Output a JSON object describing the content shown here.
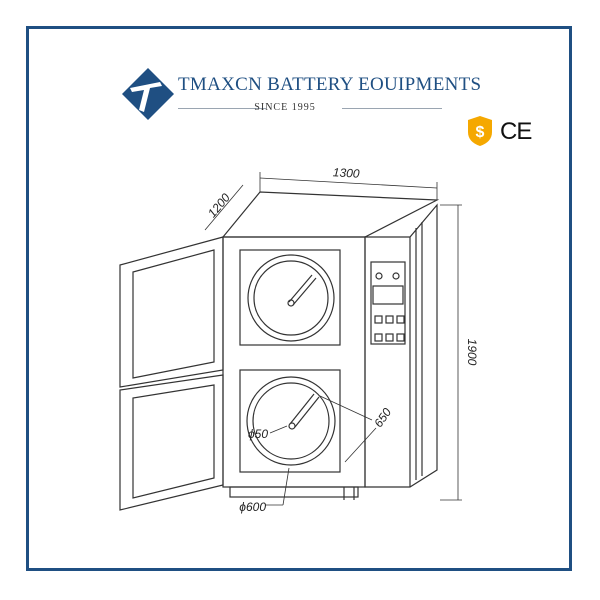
{
  "brand": {
    "name": "TMAXCN BATTERY EOUIPMENTS",
    "since": "SINCE 1995",
    "logo_icon": "tmaxcn-logo-icon",
    "accent_color": "#1f4f82"
  },
  "certifications": {
    "shield_icon": "dollar-shield-icon",
    "ce_mark": "CE",
    "shield_color": "#f5a800"
  },
  "dimensions": {
    "width": "1300",
    "depth": "1200",
    "height": "1900",
    "chamber_diameter": "ϕ600",
    "shaft_diameter": "ϕ50",
    "arm_length": "650"
  }
}
